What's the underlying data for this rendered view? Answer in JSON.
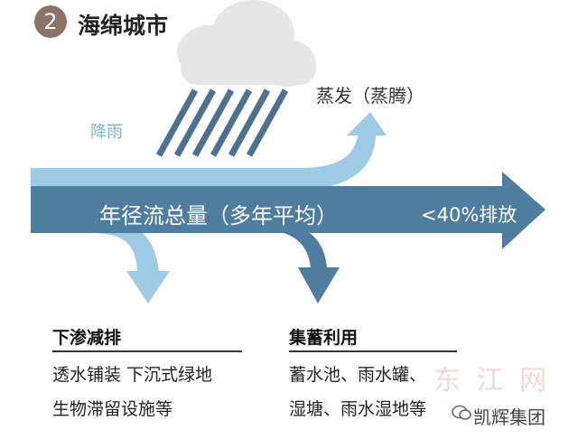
{
  "header": {
    "number": "2",
    "title": "海绵城市"
  },
  "diagram": {
    "rain_label": "降雨",
    "evaporation_label": "蒸发（蒸腾）",
    "main_flow_label": "年径流总量（多年平均）",
    "discharge_label": "<40%排放"
  },
  "groups": [
    {
      "title": "下渗减排",
      "lines": [
        "透水铺装 下沉式绿地",
        "生物滞留设施等"
      ]
    },
    {
      "title": "集蓄利用",
      "lines": [
        "蓄水池、雨水罐、",
        "湿塘、雨水湿地等"
      ]
    }
  ],
  "footer": {
    "brand": "凯辉集团",
    "watermark": "东 江 网"
  },
  "colors": {
    "badge": "#8a7466",
    "dark_arrow": "#4e7d9f",
    "light_arrow": "#9dcbe6",
    "cloud": "#e6e6e6",
    "rain": "#4f7190",
    "rain_text": "#7ab3d6"
  }
}
